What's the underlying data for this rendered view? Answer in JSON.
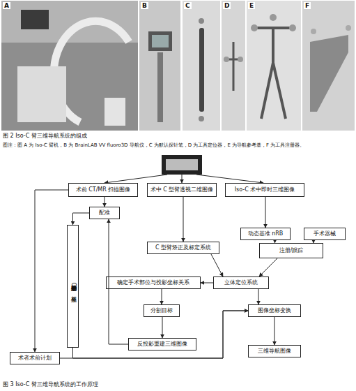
{
  "diagram": {
    "caption": "图 3 Iso-C 臂三维导航系统的工作原理",
    "nodes": [
      {
        "text": [
          "术前 CT/MR 扫描图像"
        ]
      },
      {
        "text": [
          "术中 C 型臂透视二维图像"
        ]
      },
      {
        "text": [
          "Iso-C 术中即时三维图像"
        ]
      },
      {
        "text": [
          "配准"
        ]
      },
      {
        "text": [
          "动态基准 nRB"
        ]
      },
      {
        "text": [
          "手术器械"
        ]
      },
      {
        "text": [
          "确定手术坐标系和 CT 坐标系"
        ]
      },
      {
        "text": [
          "C 型臂矫正及标定系统"
        ]
      },
      {
        "text": [
          "注册/跟踪"
        ]
      },
      {
        "text": [
          "确定手术部位与投影坐标关系"
        ]
      },
      {
        "text": [
          "立体定位系统"
        ]
      },
      {
        "text": [
          "分割目标"
        ]
      },
      {
        "text": [
          "图像坐标变换"
        ]
      },
      {
        "text": [
          "反投影重建三维图像"
        ]
      },
      {
        "text": [
          "术者术前计划"
        ]
      },
      {
        "text": [
          "三维导航图像"
        ]
      }
    ],
    "edges": [
      {
        "from": 0,
        "to": 3,
        "arrow": "to"
      },
      {
        "from": 3,
        "to": 6,
        "arrow": "to"
      },
      {
        "from": 1,
        "to": 7,
        "arrow": "to"
      },
      {
        "from": 2,
        "to": 4,
        "arrow": "to"
      },
      {
        "from": 4,
        "to": 8,
        "arrow": "to"
      },
      {
        "from": 5,
        "to": 8,
        "arrow": "to"
      },
      {
        "from": 7,
        "to": 10,
        "arrow": "to"
      },
      {
        "from": 8,
        "to": 10,
        "arrow": "to"
      },
      {
        "from": 10,
        "to": 9,
        "arrow": "to"
      },
      {
        "from": 9,
        "to": 11,
        "arrow": "to"
      },
      {
        "from": 11,
        "to": 13,
        "arrow": "to"
      },
      {
        "from": 13,
        "to": 3,
        "arrow": "to"
      },
      {
        "from": 10,
        "to": 12,
        "arrow": "to"
      },
      {
        "from": 0,
        "to": 14,
        "arrow": "to"
      },
      {
        "from": 14,
        "to": 12,
        "arrow": "to"
      },
      {
        "from": 6,
        "to": 12,
        "arrow": "to"
      },
      {
        "from": 12,
        "to": 15,
        "arrow": "to"
      }
    ],
    "labels": [
      "A",
      "B",
      "C",
      "D",
      "E",
      "F",
      "图 2 Iso-C 臂三维导航系统的组成",
      "图注：图 A 为 Iso-C 臂机，B 为 BrainLAB VV fluoro3D 导航仪，C 为默认探针笔，D 为工具定位器，E 为导航参考基，F 为工具注册器。"
    ]
  }
}
